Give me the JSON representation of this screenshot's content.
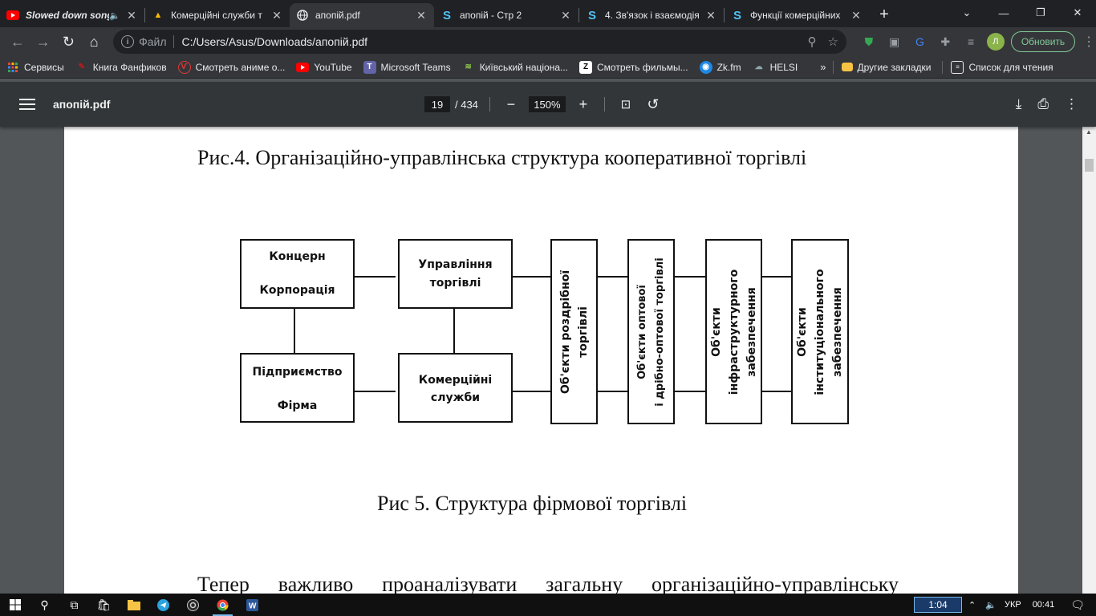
{
  "tabs": [
    {
      "title": "Slowed down song",
      "icon": "youtube-icon",
      "audio": true
    },
    {
      "title": "Комерційні служби т",
      "icon": "hat-icon"
    },
    {
      "title": "апопій.pdf",
      "icon": "globe-icon",
      "active": true
    },
    {
      "title": "апопій - Стр 2",
      "icon": "studfiles-icon"
    },
    {
      "title": "4. Зв'язок і взаємодія",
      "icon": "studfiles-icon"
    },
    {
      "title": "Функції комерційних",
      "icon": "studfiles-icon"
    }
  ],
  "toolbar": {
    "file_label": "Файл",
    "url": "C:/Users/Asus/Downloads/апопій.pdf",
    "avatar_letter": "Л",
    "update_label": "Обновить"
  },
  "bookmarks": [
    {
      "label": "Сервисы",
      "icon": "apps-grid-icon",
      "color": "#ea4335"
    },
    {
      "label": "Книга Фанфиков",
      "icon": "quill-icon",
      "color": "#b71c1c"
    },
    {
      "label": "Смотреть аниме о...",
      "icon": "anime-icon",
      "color": "#e53935"
    },
    {
      "label": "YouTube",
      "icon": "youtube-icon",
      "color": "#ff0000"
    },
    {
      "label": "Microsoft Teams",
      "icon": "teams-icon",
      "color": "#6264a7"
    },
    {
      "label": "Київський націона...",
      "icon": "university-icon",
      "color": "#558b2f"
    },
    {
      "label": "Смотреть фильмы...",
      "icon": "z-icon",
      "color": "#ffffff"
    },
    {
      "label": "Zk.fm",
      "icon": "zkfm-icon",
      "color": "#1e88e5"
    },
    {
      "label": "HELSI",
      "icon": "cloud-icon",
      "color": "#90a4ae"
    }
  ],
  "bookmarks_more": "»",
  "other_bookmarks": "Другие закладки",
  "reading_list": "Список для чтения",
  "pdf": {
    "title": "апопій.pdf",
    "page": "19",
    "total": "/ 434",
    "zoom": "150%"
  },
  "document": {
    "caption_fig4": "Рис.4. Організаційно-управлінська структура кооперативної торгівлі",
    "caption_fig5": "Рис 5. Структура фірмової торгівлі",
    "body_words": [
      "Тепер",
      "важливо",
      "проаналізувати",
      "загальну",
      "організаційно-управлінську"
    ]
  },
  "diagram": {
    "concern_line1": "Концерн",
    "concern_line2": "Корпорація",
    "enterprise_line1": "Підприємство",
    "enterprise_line2": "Фірма",
    "trade_mgmt_line1": "Управління",
    "trade_mgmt_line2": "торгівлі",
    "commercial_line1": "Комерційні",
    "commercial_line2": "служби",
    "retail_line1": "Об'єкти роздрібної",
    "retail_line2": "торгівлі",
    "wholesale_line1": "Об'єкти оптової",
    "wholesale_line2": "і дрібно-оптової торгівлі",
    "infra_line1": "Об'єкти",
    "infra_line2": "інфраструктурного",
    "infra_line3": "забезпечення",
    "inst_line1": "Об'єкти",
    "inst_line2": "інституціонального",
    "inst_line3": "забезпечення"
  },
  "taskbar": {
    "timer": "1:04",
    "lang": "УКР",
    "clock": "00:41"
  }
}
